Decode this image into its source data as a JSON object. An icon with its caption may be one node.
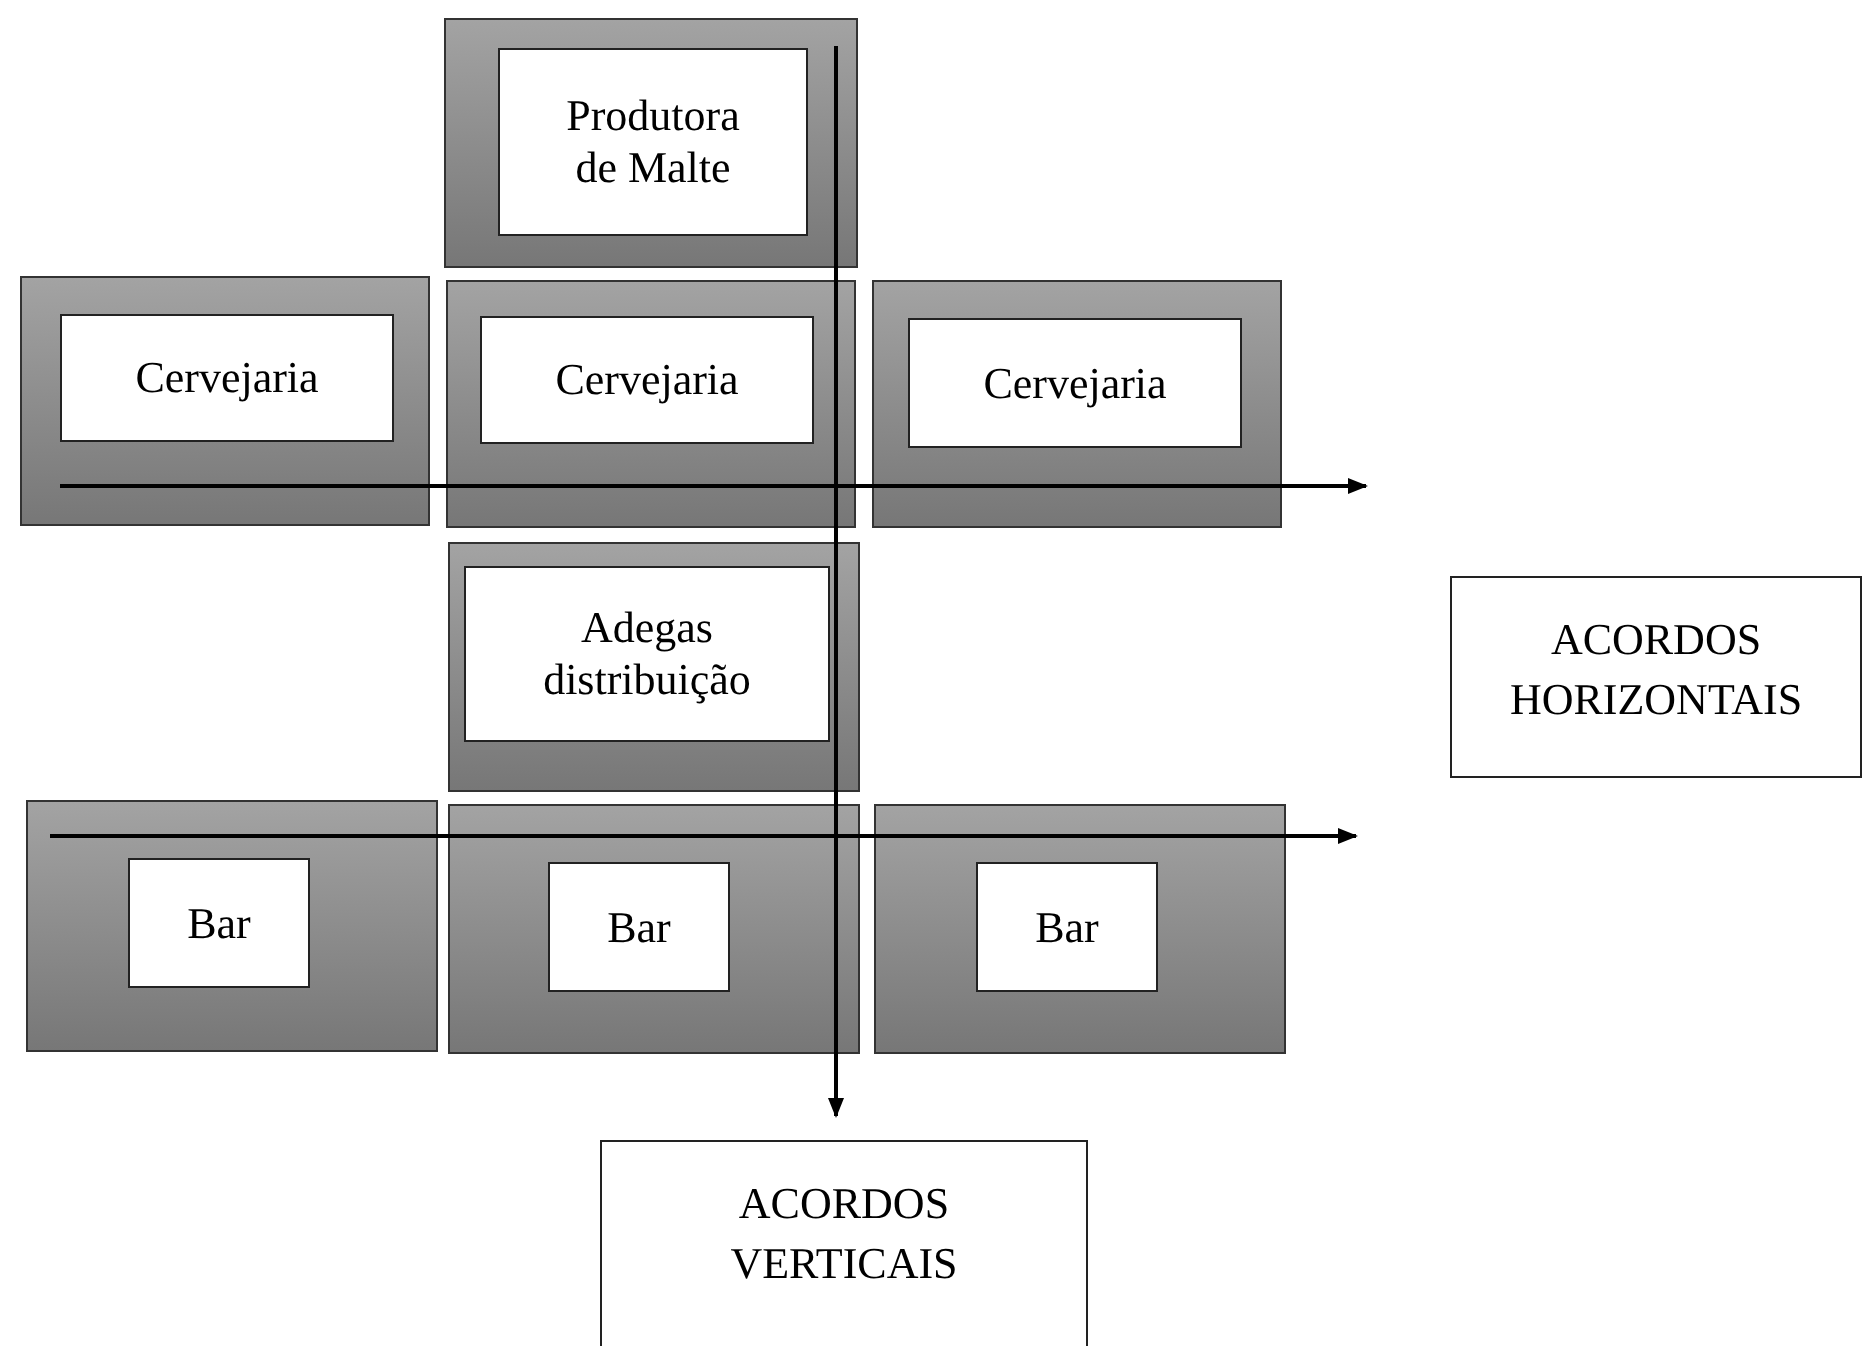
{
  "diagram": {
    "nodes": [
      {
        "text": [],
        "shape": "box"
      },
      {
        "text": [
          "Produtora de Malte"
        ],
        "in": 0
      },
      {
        "text": [],
        "shape": "box"
      },
      {
        "text": [
          "Cervejaria"
        ],
        "in": 2
      },
      {
        "text": [],
        "shape": "box"
      },
      {
        "text": [
          "Cervejaria"
        ],
        "in": 4
      },
      {
        "text": [],
        "shape": "box"
      },
      {
        "text": [
          "Cervejaria"
        ],
        "in": 6
      },
      {
        "text": [],
        "shape": "box"
      },
      {
        "text": [
          "Adegas distribuição"
        ],
        "in": 8
      },
      {
        "text": [
          "ACORDOS HORIZONTAIS"
        ]
      },
      {
        "text": [],
        "shape": "box"
      },
      {
        "text": [
          "Bar"
        ],
        "in": 11
      },
      {
        "text": [],
        "shape": "box"
      },
      {
        "text": [
          "Bar"
        ],
        "in": 13
      },
      {
        "text": [],
        "shape": "box"
      },
      {
        "text": [
          "Bar"
        ],
        "in": 15
      },
      {
        "text": [
          "ACORDOS VERTICAIS"
        ]
      }
    ],
    "edges": [
      {
        "from": 0,
        "to": 17,
        "arrow": "to"
      }
    ]
  }
}
